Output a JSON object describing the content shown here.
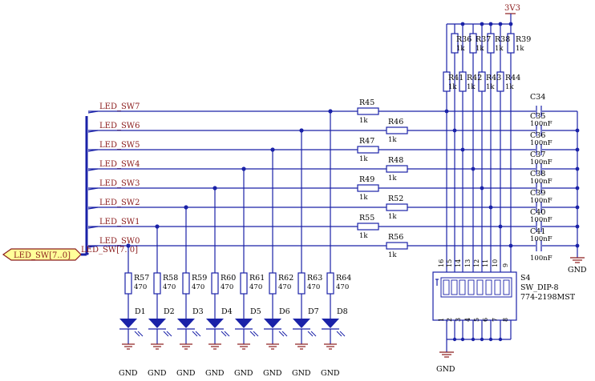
{
  "colors": {
    "wire": "#1a22a8",
    "net_label": "#8b1c1c",
    "text": "#000000",
    "port_fill": "#ffff99"
  },
  "supply": {
    "label": "3V3"
  },
  "bus_port": {
    "label": "LED_SW[7..0]",
    "bus_label": "LED_SW[7..0]"
  },
  "nets": [
    "LED_SW7",
    "LED_SW6",
    "LED_SW5",
    "LED_SW4",
    "LED_SW3",
    "LED_SW2",
    "LED_SW1",
    "LED_SW0"
  ],
  "series_resistors": [
    {
      "ref": "R45",
      "val": "1k"
    },
    {
      "ref": "R46",
      "val": "1k"
    },
    {
      "ref": "R47",
      "val": "1k"
    },
    {
      "ref": "R48",
      "val": "1k"
    },
    {
      "ref": "R49",
      "val": "1k"
    },
    {
      "ref": "R52",
      "val": "1k"
    },
    {
      "ref": "R55",
      "val": "1k"
    },
    {
      "ref": "R56",
      "val": "1k"
    }
  ],
  "led_resistors": [
    {
      "ref": "R57",
      "val": "470"
    },
    {
      "ref": "R58",
      "val": "470"
    },
    {
      "ref": "R59",
      "val": "470"
    },
    {
      "ref": "R60",
      "val": "470"
    },
    {
      "ref": "R61",
      "val": "470"
    },
    {
      "ref": "R62",
      "val": "470"
    },
    {
      "ref": "R63",
      "val": "470"
    },
    {
      "ref": "R64",
      "val": "470"
    }
  ],
  "leds": [
    "D1",
    "D2",
    "D3",
    "D4",
    "D5",
    "D6",
    "D7",
    "D8"
  ],
  "pullups_top": [
    {
      "ref": "R36",
      "val": "1k"
    },
    {
      "ref": "R37",
      "val": "1k"
    },
    {
      "ref": "R38",
      "val": "1k"
    },
    {
      "ref": "R39",
      "val": "1k"
    }
  ],
  "pullups_bottom": [
    {
      "ref": "R41",
      "val": "1k"
    },
    {
      "ref": "R42",
      "val": "1k"
    },
    {
      "ref": "R43",
      "val": "1k"
    },
    {
      "ref": "R44",
      "val": "1k"
    }
  ],
  "capacitors": [
    {
      "ref": "C34",
      "val": ""
    },
    {
      "ref": "C35",
      "val": "100nF"
    },
    {
      "ref": "C36",
      "val": "100nF"
    },
    {
      "ref": "C37",
      "val": "100nF"
    },
    {
      "ref": "C38",
      "val": "100nF"
    },
    {
      "ref": "C39",
      "val": "100nF"
    },
    {
      "ref": "C40",
      "val": "100nF"
    },
    {
      "ref": "C41",
      "val": "100nF"
    }
  ],
  "cap_last_value": "100nF",
  "dip_switch": {
    "ref": "S4",
    "name": "SW_DIP-8",
    "part": "774-2198MST",
    "top_pins": [
      "16",
      "15",
      "14",
      "13",
      "12",
      "11",
      "10",
      "9"
    ],
    "bottom_pins": [
      "1",
      "2",
      "3",
      "4",
      "5",
      "6",
      "7",
      "8"
    ]
  },
  "ground_label": "GND"
}
